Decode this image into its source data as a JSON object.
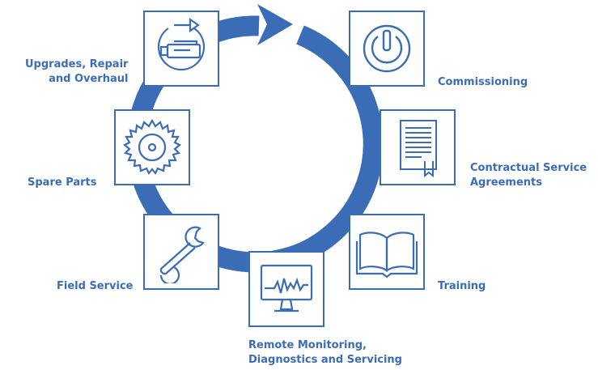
{
  "colors": {
    "ring": "#3a6db5",
    "icon": "#3a6db5",
    "text": "#3a6db5",
    "background": "#ffffff"
  },
  "steps": [
    {
      "id": "commissioning",
      "icon": "power-icon",
      "lines": [
        "Commissioning"
      ]
    },
    {
      "id": "contractual-service-agreements",
      "icon": "document-certificate-icon",
      "lines": [
        "Contractual Service",
        "Agreements"
      ]
    },
    {
      "id": "training",
      "icon": "open-book-icon",
      "lines": [
        "Training"
      ]
    },
    {
      "id": "remote-monitoring",
      "icon": "monitor-waveform-icon",
      "lines": [
        "Remote Monitoring,",
        "Diagnostics and Servicing"
      ]
    },
    {
      "id": "field-service",
      "icon": "wrench-icon",
      "lines": [
        "Field Service"
      ]
    },
    {
      "id": "spare-parts",
      "icon": "gear-icon",
      "lines": [
        "Spare Parts"
      ]
    },
    {
      "id": "upgrades-repair-overhaul",
      "icon": "upgrade-cycle-icon",
      "lines": [
        "Upgrades, Repair",
        "and Overhaul"
      ]
    }
  ]
}
